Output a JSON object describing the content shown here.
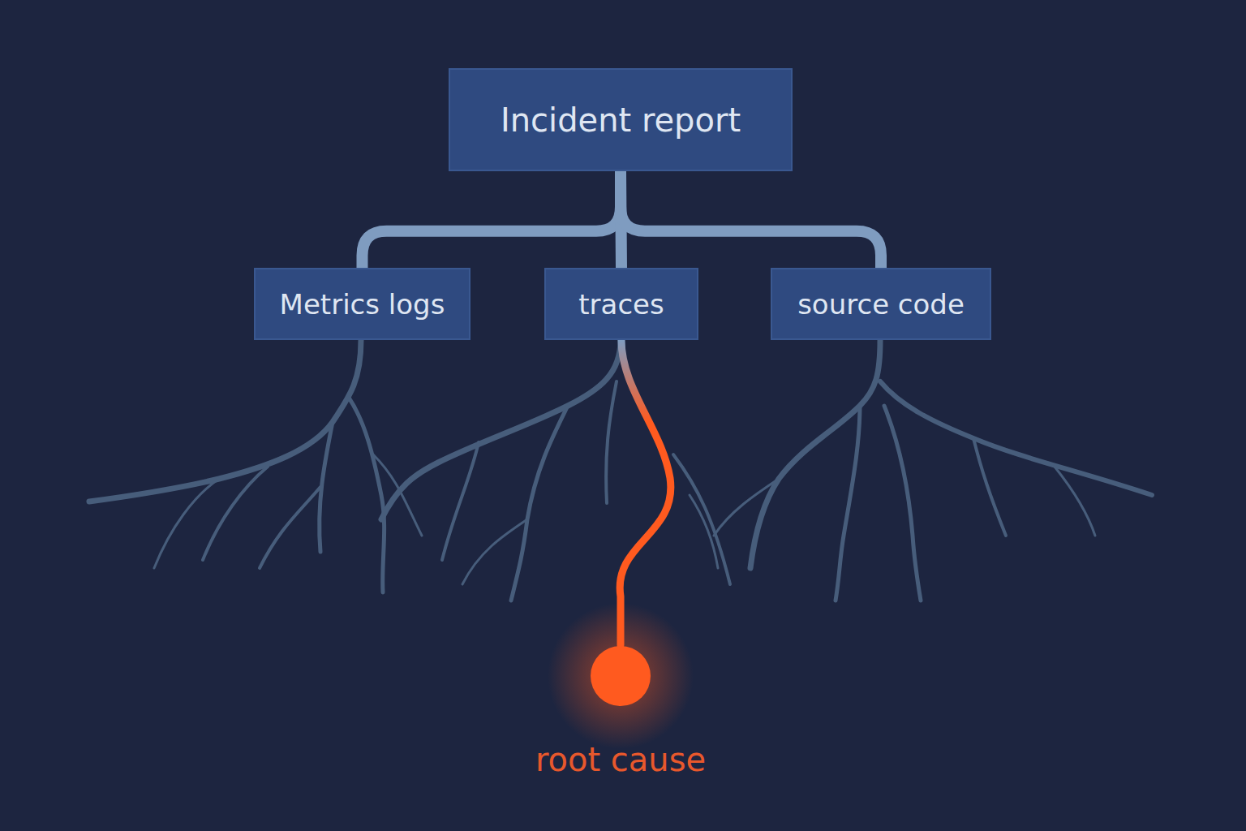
{
  "diagram": {
    "nodes": [
      {
        "text": [
          "Incident report"
        ]
      },
      {
        "text": [
          "Metrics logs"
        ]
      },
      {
        "text": [
          "traces"
        ]
      },
      {
        "text": [
          "source code"
        ]
      },
      {
        "text": [
          "root cause"
        ]
      }
    ],
    "edges": [
      {
        "from": 0,
        "to": 1,
        "arrow": "none"
      },
      {
        "from": 0,
        "to": 2,
        "arrow": "none"
      },
      {
        "from": 0,
        "to": 3,
        "arrow": "none"
      },
      {
        "from": 2,
        "to": 4,
        "arrow": "none"
      }
    ]
  }
}
